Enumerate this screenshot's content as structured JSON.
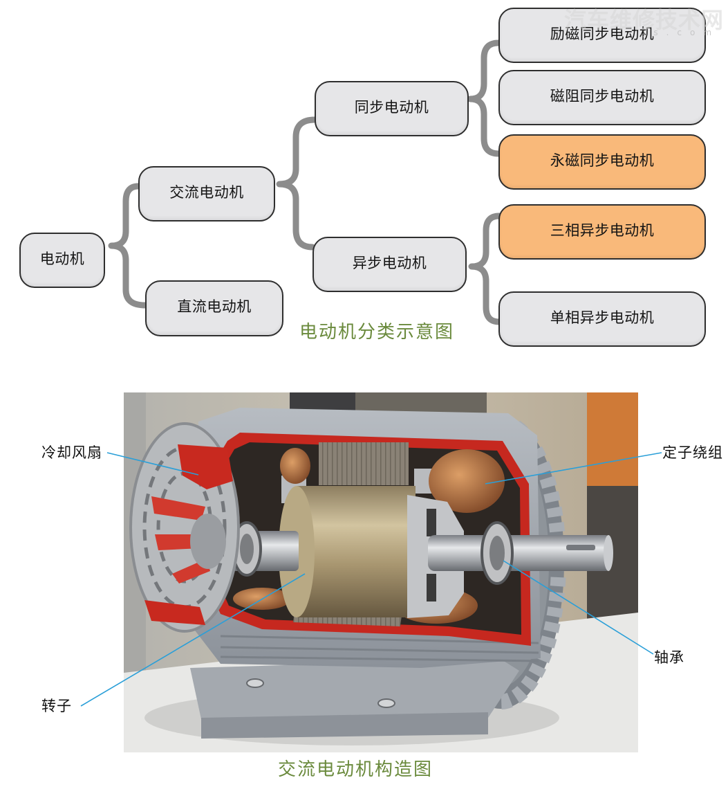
{
  "watermark": {
    "text": "汽车维修技术网",
    "url": "js.com"
  },
  "colors": {
    "node_fill": "#e6e6e8",
    "node_highlight": "#f9b97a",
    "node_border": "#2e2e2e",
    "brace": "#8c8c8c",
    "caption": "#6a8a3c",
    "leader_line": "#2a9fd8"
  },
  "classification": {
    "root": {
      "label": "电动机"
    },
    "ac": {
      "label": "交流电动机"
    },
    "dc": {
      "label": "直流电动机"
    },
    "synchronous": {
      "label": "同步电动机",
      "children": [
        {
          "label": "励磁同步电动机",
          "highlight": false
        },
        {
          "label": "磁阻同步电动机",
          "highlight": false
        },
        {
          "label": "永磁同步电动机",
          "highlight": true
        }
      ]
    },
    "asynchronous": {
      "label": "异步电动机",
      "children": [
        {
          "label": "三相异步电动机",
          "highlight": true
        },
        {
          "label": "单相异步电动机",
          "highlight": false
        }
      ]
    },
    "caption": "电动机分类示意图"
  },
  "structure": {
    "labels": {
      "cooling_fan": "冷却风扇",
      "stator_winding": "定子绕组",
      "bearing": "轴承",
      "rotor": "转子"
    },
    "caption": "交流电动机构造图"
  }
}
